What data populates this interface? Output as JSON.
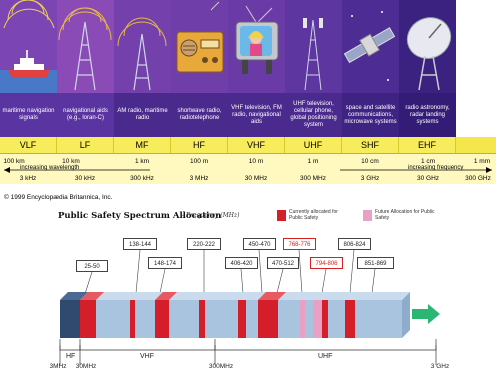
{
  "top": {
    "bands": [
      {
        "label": "VLF",
        "desc": "maritime navigation signals",
        "icon": "ship-icon"
      },
      {
        "label": "LF",
        "desc": "navigational aids (e.g., loran-C)",
        "icon": "antenna-tower-icon"
      },
      {
        "label": "MF",
        "desc": "AM radio, maritime radio",
        "icon": "antenna-tower-icon"
      },
      {
        "label": "HF",
        "desc": "shortwave radio, radiotelephone",
        "icon": "radio-icon"
      },
      {
        "label": "VHF",
        "desc": "VHF television, FM radio, navigational aids",
        "icon": "television-icon"
      },
      {
        "label": "UHF",
        "desc": "UHF television, cellular phone, global positioning system",
        "icon": "cell-tower-icon"
      },
      {
        "label": "SHF",
        "desc": "space and satellite communications, microwave systems",
        "icon": "satellite-icon"
      },
      {
        "label": "EHF",
        "desc": "radio astronomy, radar landing systems",
        "icon": "satellite-dish-icon"
      }
    ],
    "wavelengths": [
      "100 km",
      "10 km",
      "1 km",
      "100 m",
      "10 m",
      "1 m",
      "10 cm",
      "1 cm",
      "1 mm"
    ],
    "frequencies": [
      "3 kHz",
      "30 kHz",
      "300 kHz",
      "3 MHz",
      "30 MHz",
      "300 MHz",
      "3 GHz",
      "30 GHz",
      "300 GHz"
    ],
    "increasing_wavelength": "increasing wavelength",
    "increasing_frequency": "increasing frequency",
    "credit": "© 1999 Encyclopædia Britannica, Inc.",
    "colors": {
      "column_bg": "#6a3aa6",
      "desc_bg": "#4b2a8e",
      "band_strip": "#f4e64b"
    }
  },
  "bottom": {
    "title": "Public Safety Spectrum Allocation",
    "subtitle": "- Frequency (MHz)",
    "legend": {
      "current": "Currently allocated for Public Safety",
      "future": "Future Allocation for Public Safety"
    },
    "ranges": [
      {
        "text": "25-50",
        "red": false
      },
      {
        "text": "138-144",
        "red": false
      },
      {
        "text": "148-174",
        "red": false
      },
      {
        "text": "220-222",
        "red": false
      },
      {
        "text": "406-420",
        "red": false
      },
      {
        "text": "450-470",
        "red": false
      },
      {
        "text": "470-512",
        "red": false
      },
      {
        "text": "768-776",
        "red": true
      },
      {
        "text": "794-806",
        "red": true
      },
      {
        "text": "806-824",
        "red": false
      },
      {
        "text": "851-869",
        "red": false
      }
    ],
    "segments": {
      "hf": "HF",
      "vhf": "VHF",
      "uhf": "UHF"
    },
    "axis": [
      "3MHz",
      "30MHz",
      "300MHz",
      "3 GHz"
    ],
    "colors": {
      "current": "#d41f2a",
      "future": "#e8a0c4",
      "bar": "#a9c4de",
      "arrow": "#2bb673"
    }
  }
}
